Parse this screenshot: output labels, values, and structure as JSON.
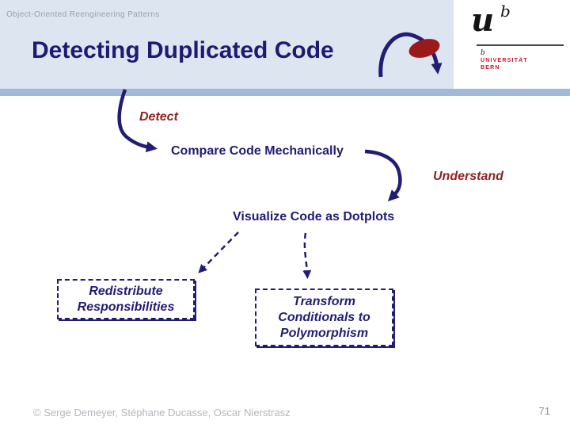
{
  "colors": {
    "navy_text": "#211c74",
    "title_navy": "#1d1a71",
    "stage_dark_red": "#8e2323",
    "ellipse_red": "#9a1a1a",
    "header_background": "#dce5f0",
    "accent_bar_blue": "#a0bad8",
    "logo_red": "#c8102e",
    "course_gray": "#9aa1a8",
    "footer_gray": "#b2b6bb",
    "page_gray": "#8f9296"
  },
  "header": {
    "course": "Object-Oriented Reengineering Patterns",
    "title": "Detecting Duplicated Code"
  },
  "logo": {
    "glyph_u": "u",
    "glyph_b": "b",
    "mark": "b",
    "name_line1": "UNIVERSITÄT",
    "name_line2": "BERN"
  },
  "flow": {
    "stage1": "Detect",
    "step1": "Compare Code Mechanically",
    "stage2": "Understand",
    "step2": "Visualize Code as Dotplots",
    "box_redistribute": {
      "line1": "Redistribute",
      "line2": "Responsibilities"
    },
    "box_transform": {
      "line1": "Transform",
      "line2": "Conditionals to",
      "line3": "Polymorphism"
    }
  },
  "footer": {
    "copyright": "© Serge Demeyer, Stéphane Ducasse, Oscar Nierstrasz",
    "page_number": "71"
  }
}
